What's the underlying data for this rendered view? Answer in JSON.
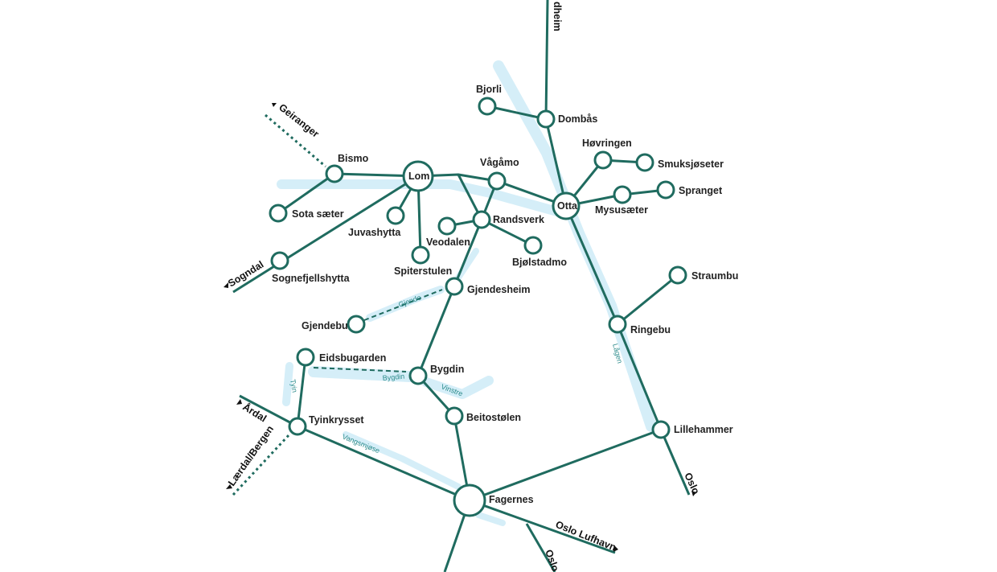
{
  "colors": {
    "route": "#1f6b5f",
    "water": "#d5eef8",
    "water_label": "#2a8a8a"
  },
  "stations": {
    "bjorli": "Bjorli",
    "dombas": "Dombås",
    "otta": "Otta",
    "hovringen": "Høvringen",
    "smuksjoseter": "Smuksjøseter",
    "mysusaeter": "Mysusæter",
    "spranget": "Spranget",
    "lom": "Lom",
    "bismo": "Bismo",
    "sota": "Sota sæter",
    "juvashytta": "Juvashytta",
    "spiterstulen": "Spiterstulen",
    "sognefjellshytta": "Sognefjellshytta",
    "vagamo": "Vågåmo",
    "randsverk": "Randsverk",
    "veodalen": "Veodalen",
    "bjolstadmo": "Bjølstadmo",
    "gjendesheim": "Gjendesheim",
    "gjendebu": "Gjendebu",
    "bygdin": "Bygdin",
    "eidsbugarden": "Eidsbugarden",
    "beitostolen": "Beitostølen",
    "fagernes": "Fagernes",
    "tyinkrysset": "Tyinkrysset",
    "lillehammer": "Lillehammer",
    "ringebu": "Ringebu",
    "straumbu": "Straumbu"
  },
  "directions": {
    "trondheim": "dheim",
    "geiranger": "Geiranger",
    "sogndal": "Sogndal",
    "ardal": "Årdal",
    "laerdal": "Lærdal/Bergen",
    "oslo_lufthavn": "Oslo Lufhavn",
    "oslo_south": "Oslo",
    "oslo_east": "Oslo"
  },
  "water": {
    "gjende": "Gjende",
    "bygdin": "Bygdin",
    "vinstre": "Vinstre",
    "tyin": "Tyin",
    "vangsmjose": "Vangsmjøse",
    "lagen": "Lågen"
  }
}
